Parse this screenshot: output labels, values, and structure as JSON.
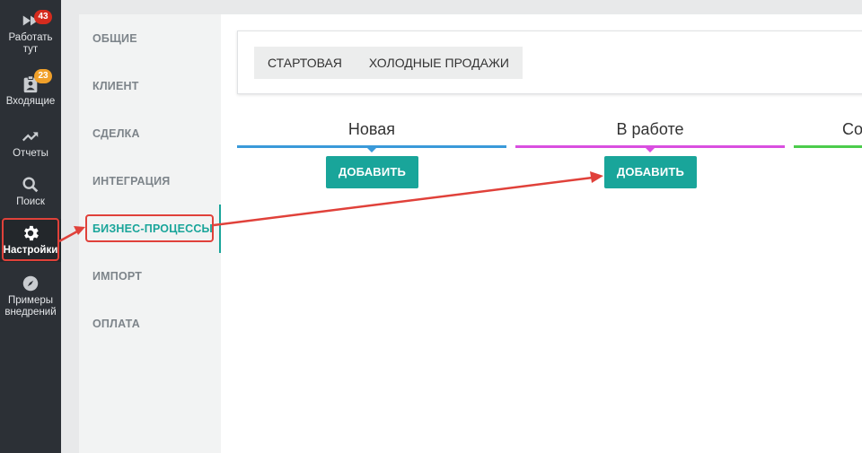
{
  "left_nav": {
    "items": [
      {
        "label": "Работать тут",
        "badge": "43",
        "icon": "fast-forward-icon"
      },
      {
        "label": "Входящие",
        "badge": "23",
        "icon": "clipboard-user-icon"
      },
      {
        "label": "Отчеты",
        "icon": "trending-up-icon"
      },
      {
        "label": "Поиск",
        "icon": "search-icon"
      },
      {
        "label": "Настройки",
        "icon": "gear-icon",
        "active": true
      },
      {
        "label": "Примеры внедрений",
        "icon": "compass-icon"
      }
    ]
  },
  "submenu": {
    "items": [
      "ОБЩИЕ",
      "КЛИЕНТ",
      "СДЕЛКА",
      "ИНТЕГРАЦИЯ",
      "БИЗНЕС-ПРОЦЕССЫ",
      "ИМПОРТ",
      "ОПЛАТА"
    ],
    "active": "БИЗНЕС-ПРОЦЕССЫ"
  },
  "tabs": [
    "СТАРТОВАЯ",
    "ХОЛОДНЫЕ ПРОДАЖИ"
  ],
  "stages": [
    {
      "title": "Новая",
      "color": "#3a9ad9",
      "button": "ДОБАВИТЬ"
    },
    {
      "title": "В работе",
      "color": "#d94fe0",
      "button": "ДОБАВИТЬ"
    },
    {
      "title": "Со",
      "color": "#4ccc4c"
    }
  ],
  "colors": {
    "accent": "#19a59a",
    "annotation": "#e0413a",
    "sidebar": "#2c3036"
  }
}
